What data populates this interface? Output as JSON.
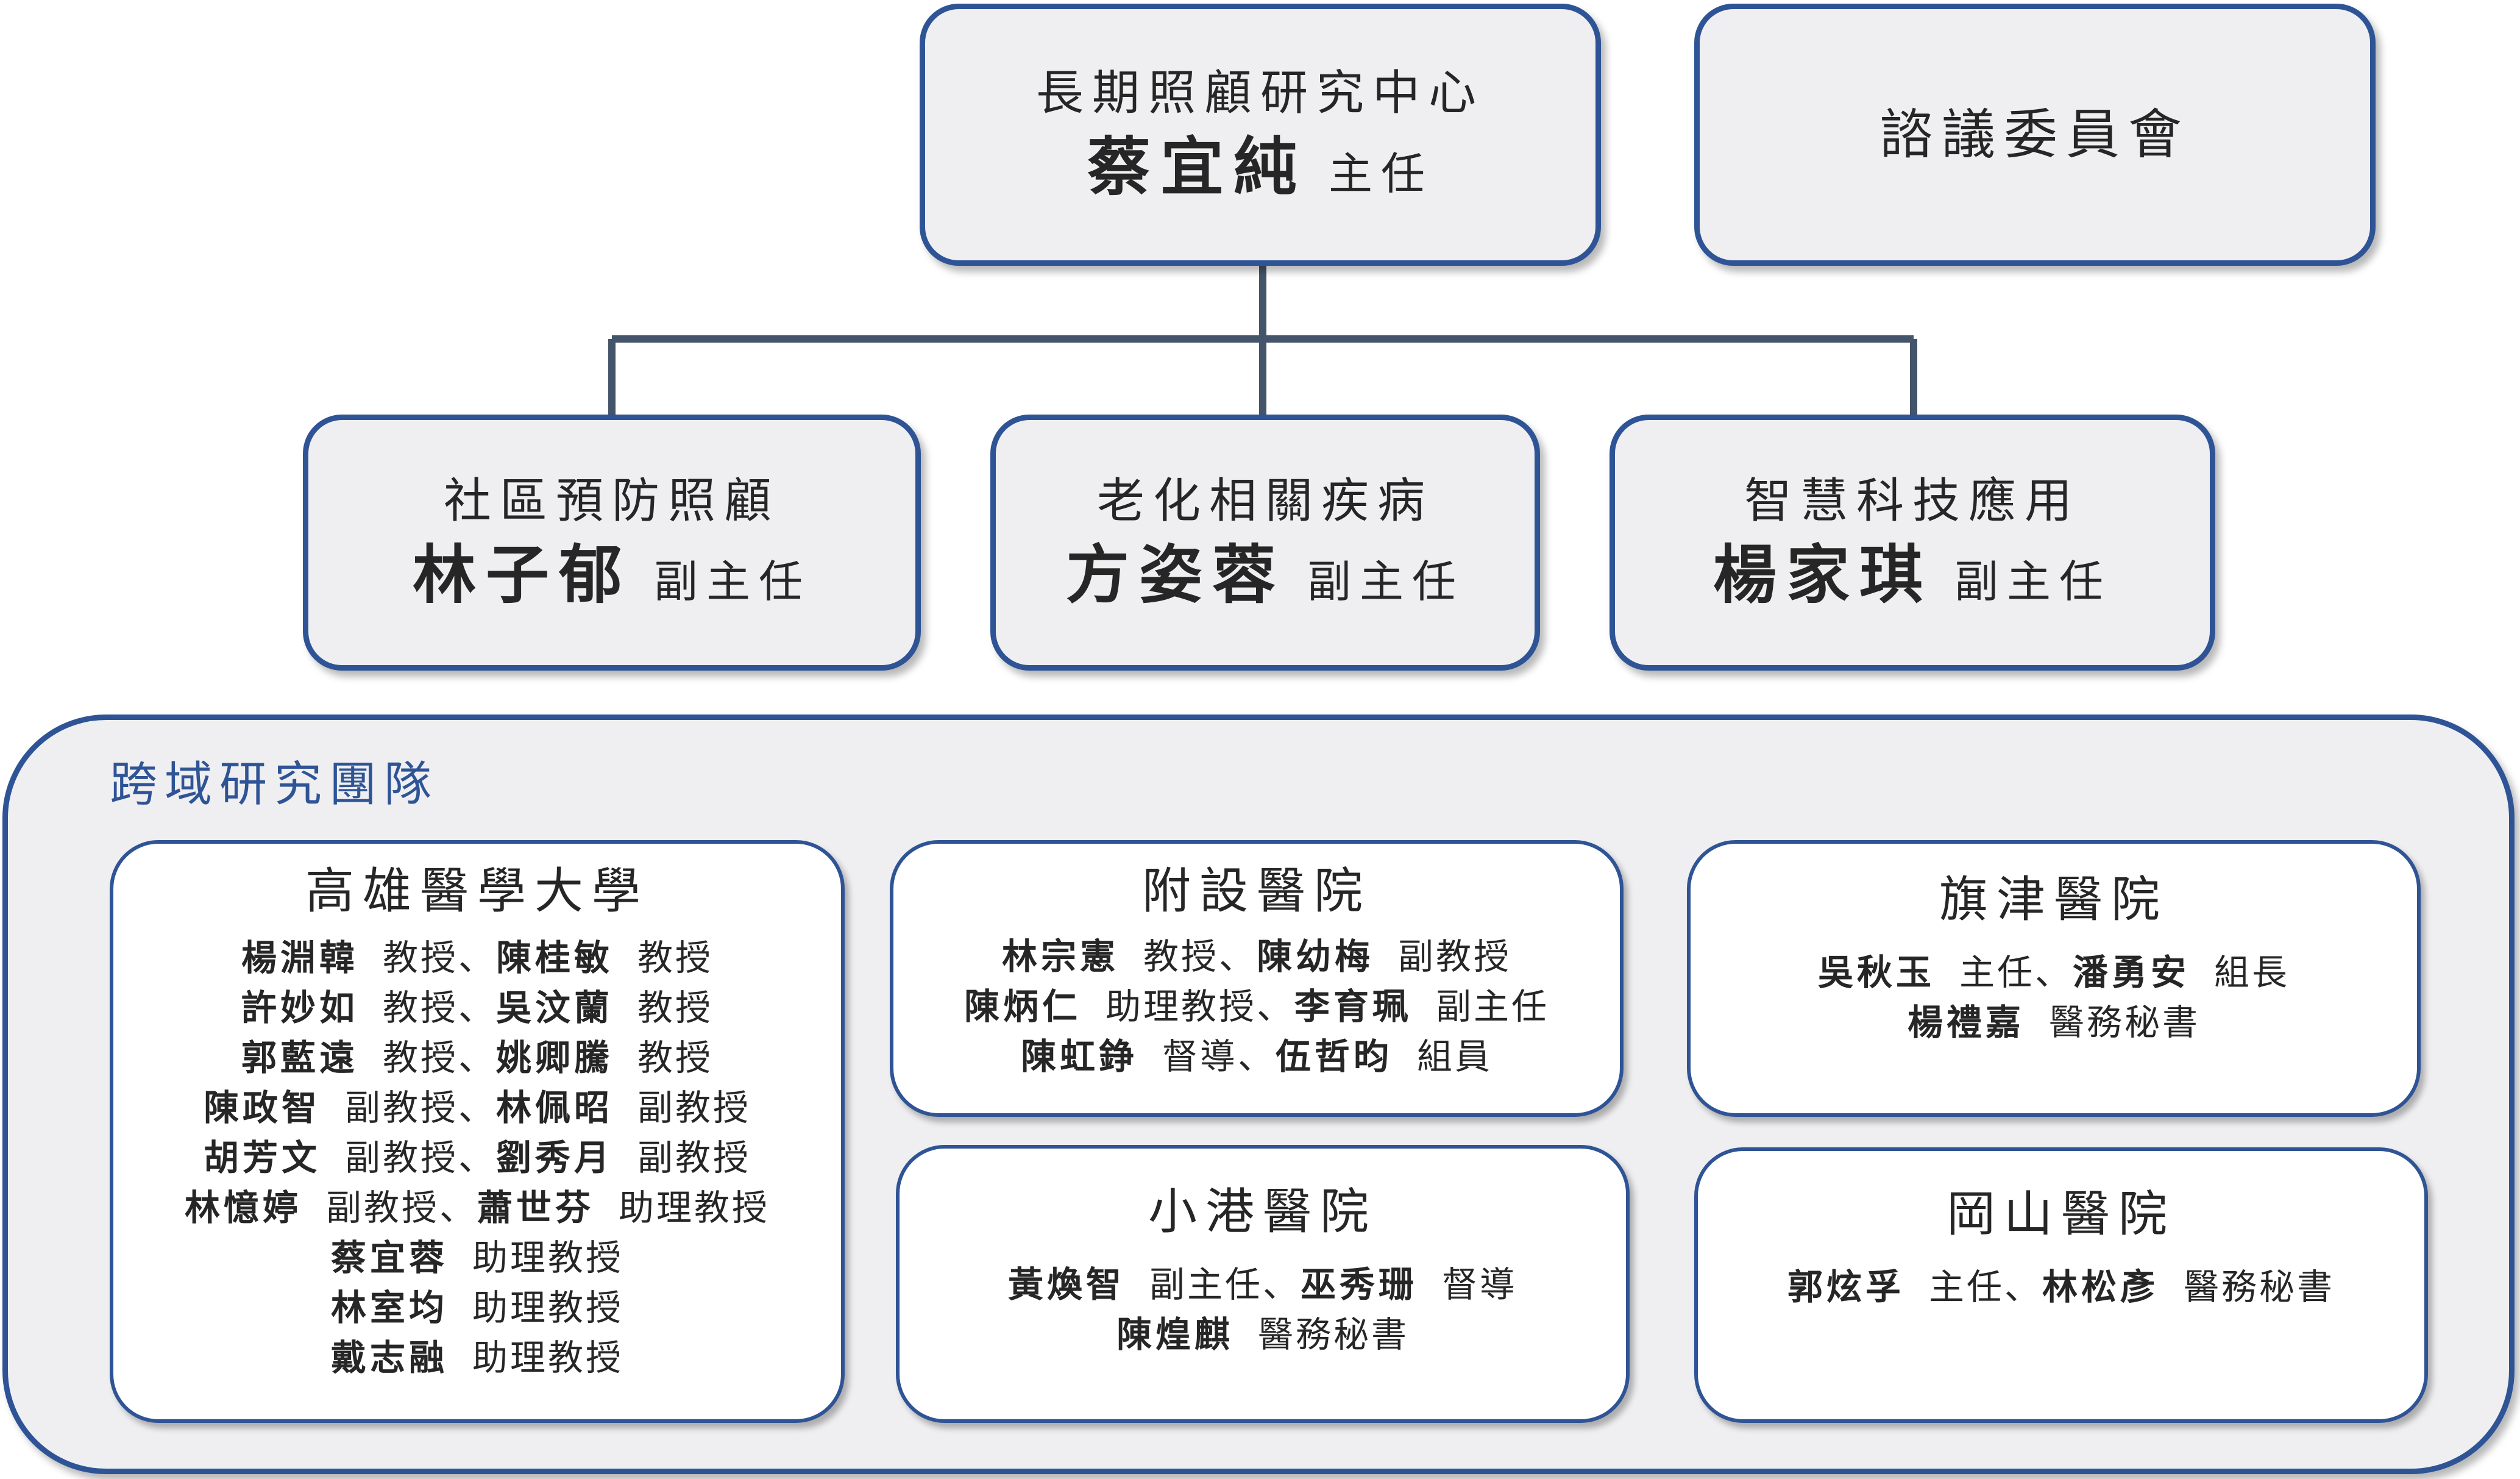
{
  "center": {
    "subtitle": "長期照顧研究中心",
    "name": "蔡宜純",
    "role": "主任"
  },
  "advisory": {
    "title": "諮議委員會"
  },
  "divisions": [
    {
      "subtitle": "社區預防照顧",
      "name": "林子郁",
      "role": "副主任"
    },
    {
      "subtitle": "老化相關疾病",
      "name": "方姿蓉",
      "role": "副主任"
    },
    {
      "subtitle": "智慧科技應用",
      "name": "楊家琪",
      "role": "副主任"
    }
  ],
  "team": {
    "title": "跨域研究團隊",
    "institutions": [
      {
        "name": "高雄醫學大學",
        "lines": [
          [
            {
              "n": "楊淵韓",
              "t": "教授"
            },
            {
              "n": "陳桂敏",
              "t": "教授"
            }
          ],
          [
            {
              "n": "許妙如",
              "t": "教授"
            },
            {
              "n": "吳汶蘭",
              "t": "教授"
            }
          ],
          [
            {
              "n": "郭藍遠",
              "t": "教授"
            },
            {
              "n": "姚卿騰",
              "t": "教授"
            }
          ],
          [
            {
              "n": "陳政智",
              "t": "副教授"
            },
            {
              "n": "林佩昭",
              "t": "副教授"
            }
          ],
          [
            {
              "n": "胡芳文",
              "t": "副教授"
            },
            {
              "n": "劉秀月",
              "t": "副教授"
            }
          ],
          [
            {
              "n": "林憶婷",
              "t": "副教授"
            },
            {
              "n": "蕭世芬",
              "t": "助理教授"
            }
          ],
          [
            {
              "n": "蔡宜蓉",
              "t": "助理教授"
            }
          ],
          [
            {
              "n": "林室均",
              "t": "助理教授"
            }
          ],
          [
            {
              "n": "戴志融",
              "t": "助理教授"
            }
          ]
        ]
      },
      {
        "name": "附設醫院",
        "lines": [
          [
            {
              "n": "林宗憲",
              "t": "教授"
            },
            {
              "n": "陳幼梅",
              "t": "副教授"
            }
          ],
          [
            {
              "n": "陳炳仁",
              "t": "助理教授"
            },
            {
              "n": "李育珮",
              "t": "副主任"
            }
          ],
          [
            {
              "n": "陳虹錚",
              "t": "督導"
            },
            {
              "n": "伍哲昀",
              "t": "組員"
            }
          ]
        ]
      },
      {
        "name": "旗津醫院",
        "lines": [
          [
            {
              "n": "吳秋玉",
              "t": "主任"
            },
            {
              "n": "潘勇安",
              "t": "組長"
            }
          ],
          [
            {
              "n": "楊禮嘉",
              "t": "醫務秘書"
            }
          ]
        ]
      },
      {
        "name": "小港醫院",
        "lines": [
          [
            {
              "n": "黃煥智",
              "t": "副主任"
            },
            {
              "n": "巫秀珊",
              "t": "督導"
            }
          ],
          [
            {
              "n": "陳煌麒",
              "t": "醫務秘書"
            }
          ]
        ]
      },
      {
        "name": "岡山醫院",
        "lines": [
          [
            {
              "n": "郭炫孚",
              "t": "主任"
            },
            {
              "n": "林松彥",
              "t": "醫務秘書"
            }
          ]
        ]
      }
    ]
  }
}
